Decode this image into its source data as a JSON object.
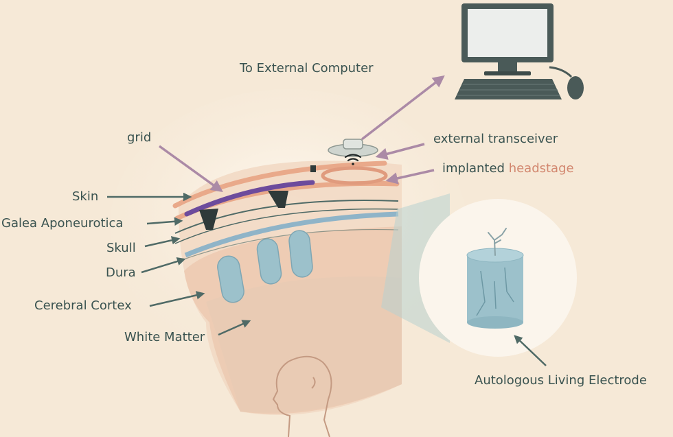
{
  "labels": {
    "to_computer": "To External Computer",
    "transceiver": "external transceiver",
    "implanted_prefix": "implanted ",
    "implanted_highlight": "headstage",
    "grid": "grid",
    "skin": "Skin",
    "galea": "Galea Aponeurotica",
    "skull": "Skull",
    "dura": "Dura",
    "cortex": "Cerebral Cortex",
    "white_matter": "White Matter",
    "electrode": "Autologous Living Electrode"
  },
  "colors": {
    "background": "#f6e9d7",
    "label_text": "#3a5350",
    "accent": "#d2876f",
    "arrow_purple": "#ab8aa6",
    "arrow_dark": "#4f6a66",
    "skin_layer": "#e9a98a",
    "grid_purple": "#6d4b9c",
    "dura_blue": "#8fb4c8",
    "electrode_blue": "#9cc1cb",
    "monitor": "#4a5a58"
  },
  "icons": [
    "desktop-computer-icon",
    "wireless-signal-icon",
    "human-head-icon"
  ]
}
